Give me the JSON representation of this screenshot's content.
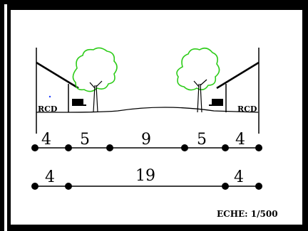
{
  "section": {
    "left_label": "RCD",
    "right_label": "RCD"
  },
  "dimension_rows": [
    {
      "segments": [
        "4",
        "5",
        "9",
        "5",
        "4"
      ]
    },
    {
      "segments": [
        "4",
        "19",
        "4"
      ]
    }
  ],
  "scale_label": "ECHE: 1/500",
  "colors": {
    "frame": "#000000",
    "tree_canopy": "#2ecc1a",
    "line": "#000000"
  }
}
